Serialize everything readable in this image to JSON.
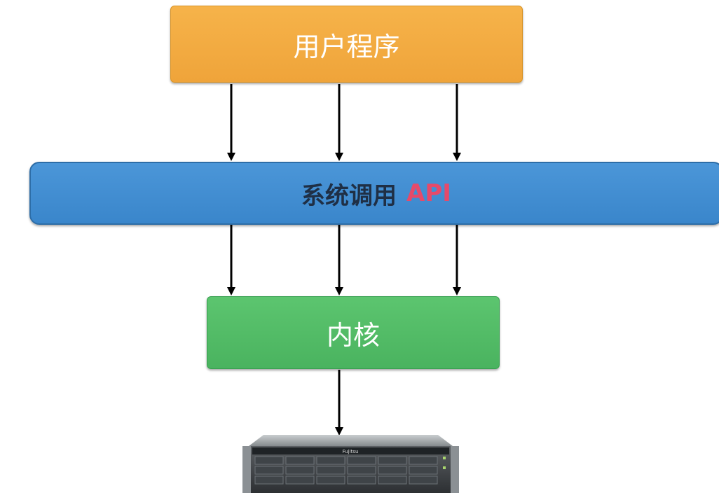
{
  "diagram": {
    "nodes": {
      "user_program": {
        "label": "用户程序"
      },
      "syscall_api": {
        "label": "系统调用",
        "label_suffix": "API"
      },
      "kernel": {
        "label": "内核"
      },
      "server": {
        "icon": "server-icon",
        "brand_text": "Fujitsu"
      }
    },
    "edges": [
      {
        "from": "user_program",
        "to": "syscall_api"
      },
      {
        "from": "user_program",
        "to": "syscall_api"
      },
      {
        "from": "user_program",
        "to": "syscall_api"
      },
      {
        "from": "syscall_api",
        "to": "kernel"
      },
      {
        "from": "syscall_api",
        "to": "kernel"
      },
      {
        "from": "syscall_api",
        "to": "kernel"
      },
      {
        "from": "kernel",
        "to": "server"
      }
    ],
    "colors": {
      "user_program": "#f3ab45",
      "syscall_api": "#3f8bcf",
      "kernel": "#52bc67",
      "api_text": "#e64a6a",
      "arrow": "#000000"
    }
  }
}
